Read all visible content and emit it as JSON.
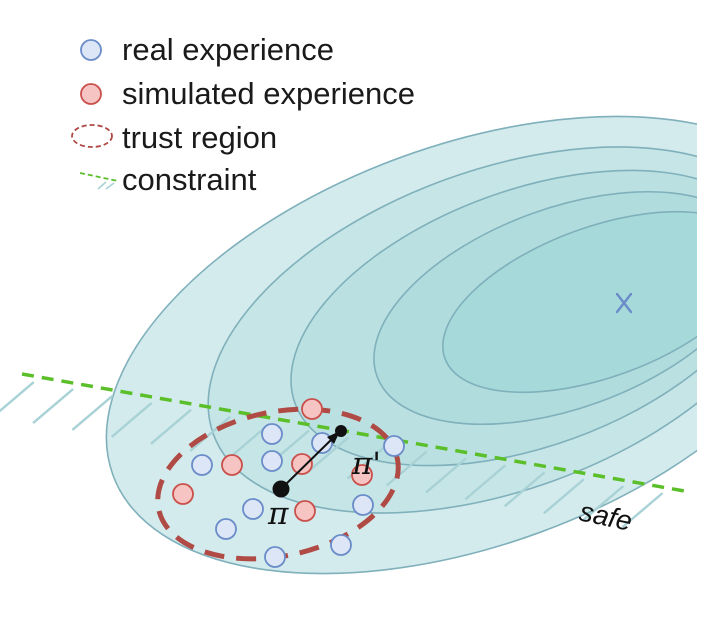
{
  "legend": {
    "real": "real experience",
    "simulated": "simulated experience",
    "trust": "trust region",
    "constraint": "constraint"
  },
  "labels": {
    "pi": "π",
    "pi_prime": "π'",
    "safe": "safe",
    "optimum_marker": "x"
  },
  "colors": {
    "contour_fill_outer": "#d3ebec",
    "contour_fill_inner": "#a6d9da",
    "contour_stroke": "#7fb0bb",
    "real_fill": "#dde6f6",
    "real_stroke": "#6a8cc9",
    "sim_fill": "#f6c4c2",
    "sim_stroke": "#c9504b",
    "trust_region": "#b04a45",
    "constraint": "#5bbf2a",
    "hatch": "#a8d2d6",
    "optimum": "#6a8cc9"
  },
  "icons": {
    "real_marker": "circle-icon",
    "simulated_marker": "circle-icon",
    "trust_marker": "dashed-ellipse-icon",
    "constraint_marker": "dashed-line-icon",
    "optimum_marker": "x-icon"
  }
}
